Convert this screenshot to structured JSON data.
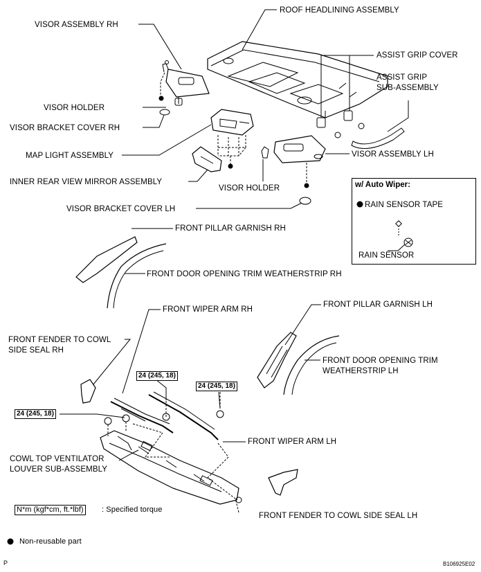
{
  "labels": {
    "roof_headlining": "ROOF HEADLINING ASSEMBLY",
    "visor_rh": "VISOR ASSEMBLY RH",
    "assist_grip_cover": "ASSIST GRIP COVER",
    "assist_grip_sub_1": "ASSIST GRIP",
    "assist_grip_sub_2": "SUB-ASSEMBLY",
    "visor_holder_1": "VISOR HOLDER",
    "visor_bracket_cover_rh": "VISOR BRACKET COVER RH",
    "map_light": "MAP LIGHT ASSEMBLY",
    "visor_lh": "VISOR ASSEMBLY LH",
    "inner_mirror": "INNER REAR VIEW MIRROR ASSEMBLY",
    "visor_holder_2": "VISOR HOLDER",
    "visor_bracket_cover_lh": "VISOR BRACKET COVER LH",
    "front_pillar_garnish_rh": "FRONT PILLAR GARNISH RH",
    "front_door_trim_rh": "FRONT DOOR OPENING TRIM WEATHERSTRIP RH",
    "front_wiper_arm_rh": "FRONT WIPER ARM RH",
    "front_pillar_garnish_lh": "FRONT PILLAR GARNISH LH",
    "fender_seal_rh_1": "FRONT FENDER TO COWL",
    "fender_seal_rh_2": "SIDE SEAL RH",
    "front_door_trim_lh_1": "FRONT DOOR OPENING TRIM",
    "front_door_trim_lh_2": "WEATHERSTRIP LH",
    "front_wiper_arm_lh": "FRONT WIPER ARM LH",
    "cowl_louver_1": "COWL TOP VENTILATOR",
    "cowl_louver_2": "LOUVER SUB-ASSEMBLY",
    "fender_seal_lh": "FRONT FENDER TO COWL SIDE SEAL LH"
  },
  "inset": {
    "title": "w/ Auto Wiper:",
    "rain_sensor_tape": "RAIN SENSOR TAPE",
    "rain_sensor": "RAIN SENSOR"
  },
  "torques": [
    "24 (245, 18)",
    "24 (245, 18)",
    "24 (245, 18)"
  ],
  "legend": {
    "torque_unit": "N*m (kgf*cm, ft.*lbf)",
    "torque_desc": ": Specified torque",
    "non_reusable": "Non-reusable part"
  },
  "footer": {
    "left": "P",
    "right": "B106925E02"
  }
}
